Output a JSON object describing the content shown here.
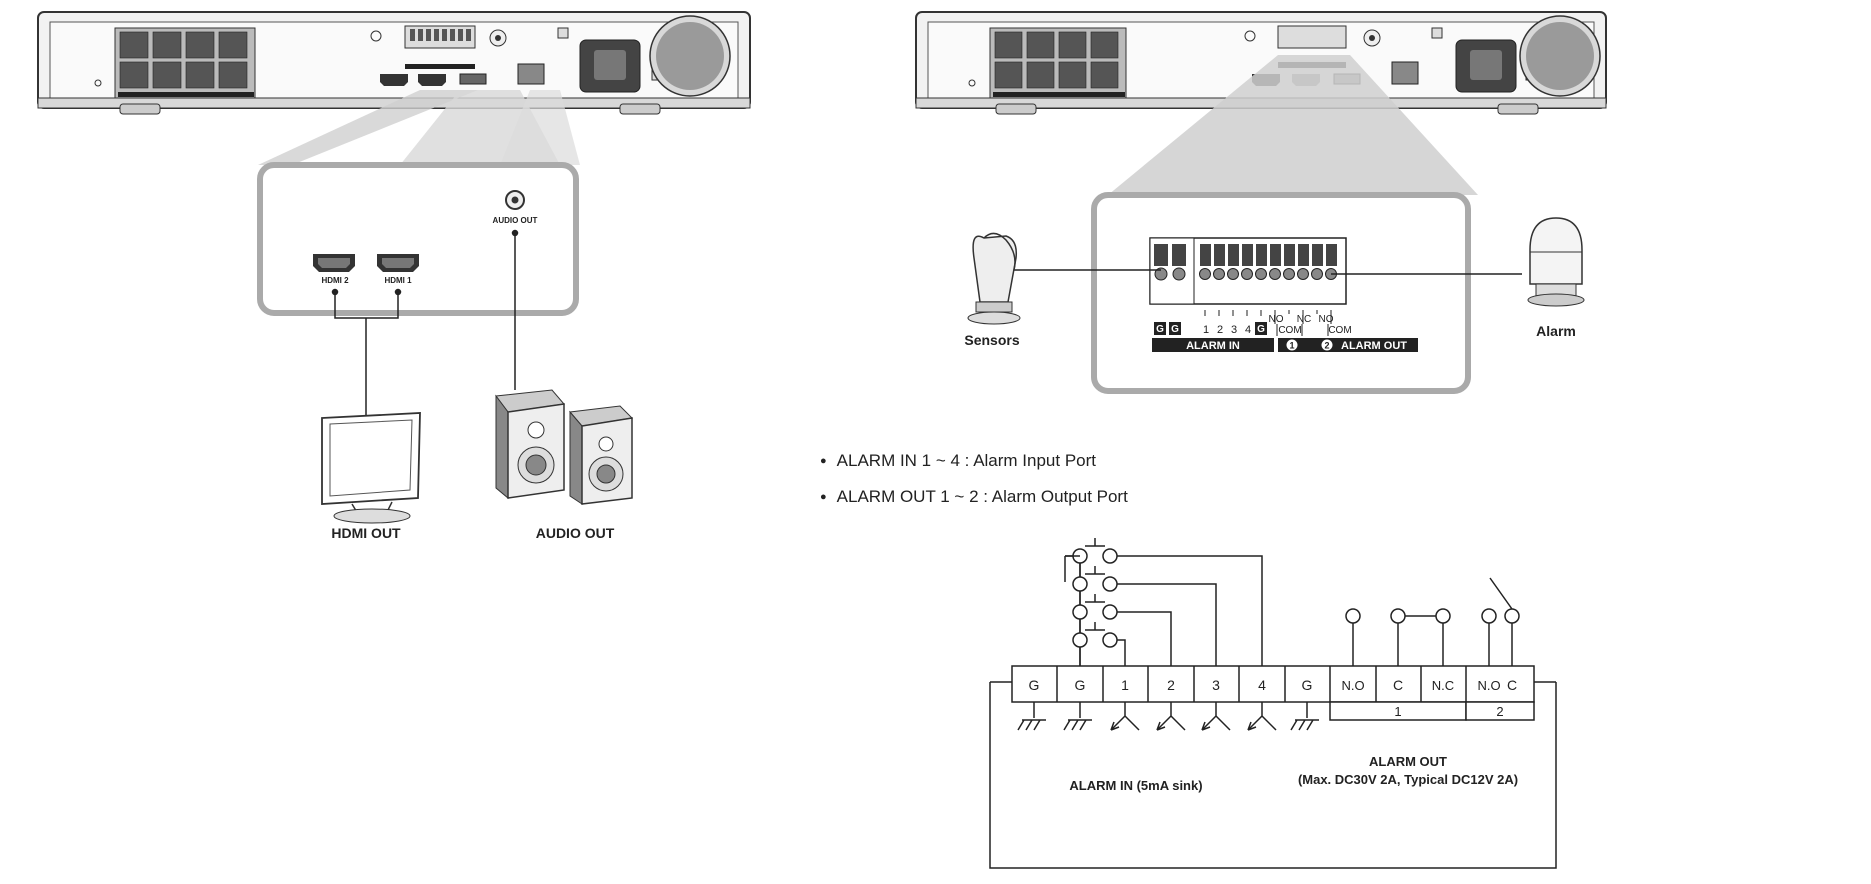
{
  "left_panel": {
    "audio_out_port": "AUDIO OUT",
    "hdmi2_port": "HDMI 2",
    "hdmi1_port": "HDMI 1",
    "hdmi_out": "HDMI OUT",
    "audio_out": "AUDIO OUT"
  },
  "right_panel": {
    "sensors": "Sensors",
    "alarm": "Alarm",
    "alarm_in_bar": "ALARM IN",
    "alarm_out_bar": "ALARM OUT",
    "out_num1": "1",
    "out_num2": "2",
    "pin_g1": "G",
    "pin_g2": "G",
    "pin_1": "1",
    "pin_2": "2",
    "pin_3": "3",
    "pin_4": "4",
    "pin_g3": "G",
    "no1": "NO",
    "nc1": "NC",
    "com1": "COM",
    "no2": "NO",
    "com2": "COM"
  },
  "bullets": [
    "ALARM IN 1 ~ 4 : Alarm Input Port",
    "ALARM OUT 1 ~ 2 : Alarm Output Port"
  ],
  "schematic": {
    "terminals": [
      "G",
      "G",
      "1",
      "2",
      "3",
      "4",
      "G",
      "N.O",
      "C",
      "N.C",
      "N.O",
      "C"
    ],
    "group1": "1",
    "group2": "2",
    "alarm_in_label": "ALARM IN (5mA sink)",
    "alarm_out_label": "ALARM OUT",
    "alarm_out_spec": "(Max. DC30V 2A, Typical DC12V 2A)"
  }
}
